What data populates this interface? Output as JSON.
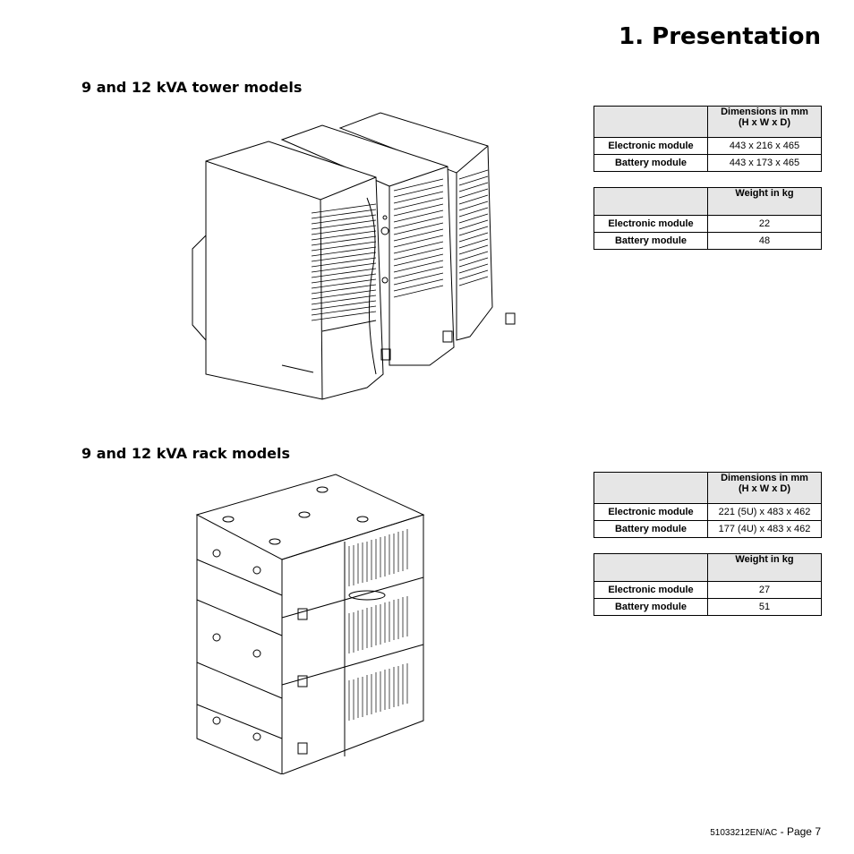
{
  "page": {
    "title": "1. Presentation"
  },
  "sections": [
    {
      "title": "9 and 12 kVA tower models",
      "illustration": "tower-ups-line-drawing",
      "dimensions_table": {
        "header": [
          "",
          "Dimensions in mm",
          "(H x W x D)"
        ],
        "rows": [
          {
            "label": "Electronic module",
            "value": "443 x 216 x 465"
          },
          {
            "label": "Battery module",
            "value": "443 x 173 x 465"
          }
        ]
      },
      "weight_table": {
        "header": [
          "",
          "Weight in kg"
        ],
        "rows": [
          {
            "label": "Electronic module",
            "value": "22"
          },
          {
            "label": "Battery module",
            "value": "48"
          }
        ]
      }
    },
    {
      "title": "9 and 12 kVA rack models",
      "illustration": "rack-ups-line-drawing",
      "dimensions_table": {
        "header": [
          "",
          "Dimensions in mm",
          "(H x W x D)"
        ],
        "rows": [
          {
            "label": "Electronic module",
            "value": "221 (5U) x 483 x 462"
          },
          {
            "label": "Battery module",
            "value": "177 (4U) x 483 x 462"
          }
        ]
      },
      "weight_table": {
        "header": [
          "",
          "Weight in kg"
        ],
        "rows": [
          {
            "label": "Electronic module",
            "value": "27"
          },
          {
            "label": "Battery module",
            "value": "51"
          }
        ]
      }
    }
  ],
  "footer": {
    "doc_ref": "51033212EN/AC",
    "page_label": "- Page 7"
  }
}
